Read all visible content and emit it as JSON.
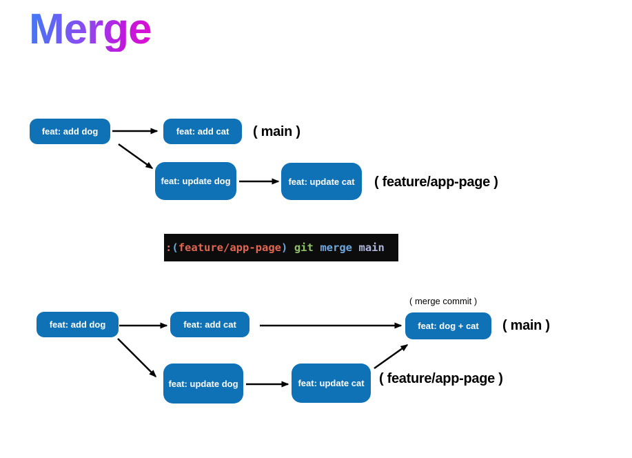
{
  "title": "Merge",
  "top_diagram": {
    "box_add_dog": "feat: add dog",
    "box_add_cat": "feat: add cat",
    "label_main": "( main )",
    "box_update_dog": "feat: update dog",
    "box_update_cat": "feat: update cat",
    "label_feature": "( feature/app-page )"
  },
  "terminal": {
    "prompt_colon": ":",
    "paren_open": "(",
    "branch": "feature/app-page",
    "paren_close": ")",
    "cmd_git": "git",
    "cmd_merge": "merge",
    "cmd_main": "main"
  },
  "bottom_diagram": {
    "box_add_dog": "feat: add dog",
    "box_add_cat": "feat: add cat",
    "label_merge_commit": "( merge commit )",
    "box_merge": "feat: dog + cat",
    "label_main": "( main )",
    "box_update_dog": "feat: update dog",
    "box_update_cat": "feat: update cat",
    "label_feature": "( feature/app-page )"
  },
  "colors": {
    "commit_box_blue": "#0f72b7",
    "title_gradient_start": "#3d7bf7",
    "title_gradient_mid": "#8a4cf0",
    "title_gradient_end": "#de12cf",
    "terminal_background": "#0c0c0c",
    "terminal_branch_red": "#e2664f",
    "terminal_paren_blue": "#6ca7dc",
    "terminal_git_green": "#90c264",
    "terminal_main_lavender": "#b0b6db",
    "arrow_black": "#000000"
  }
}
